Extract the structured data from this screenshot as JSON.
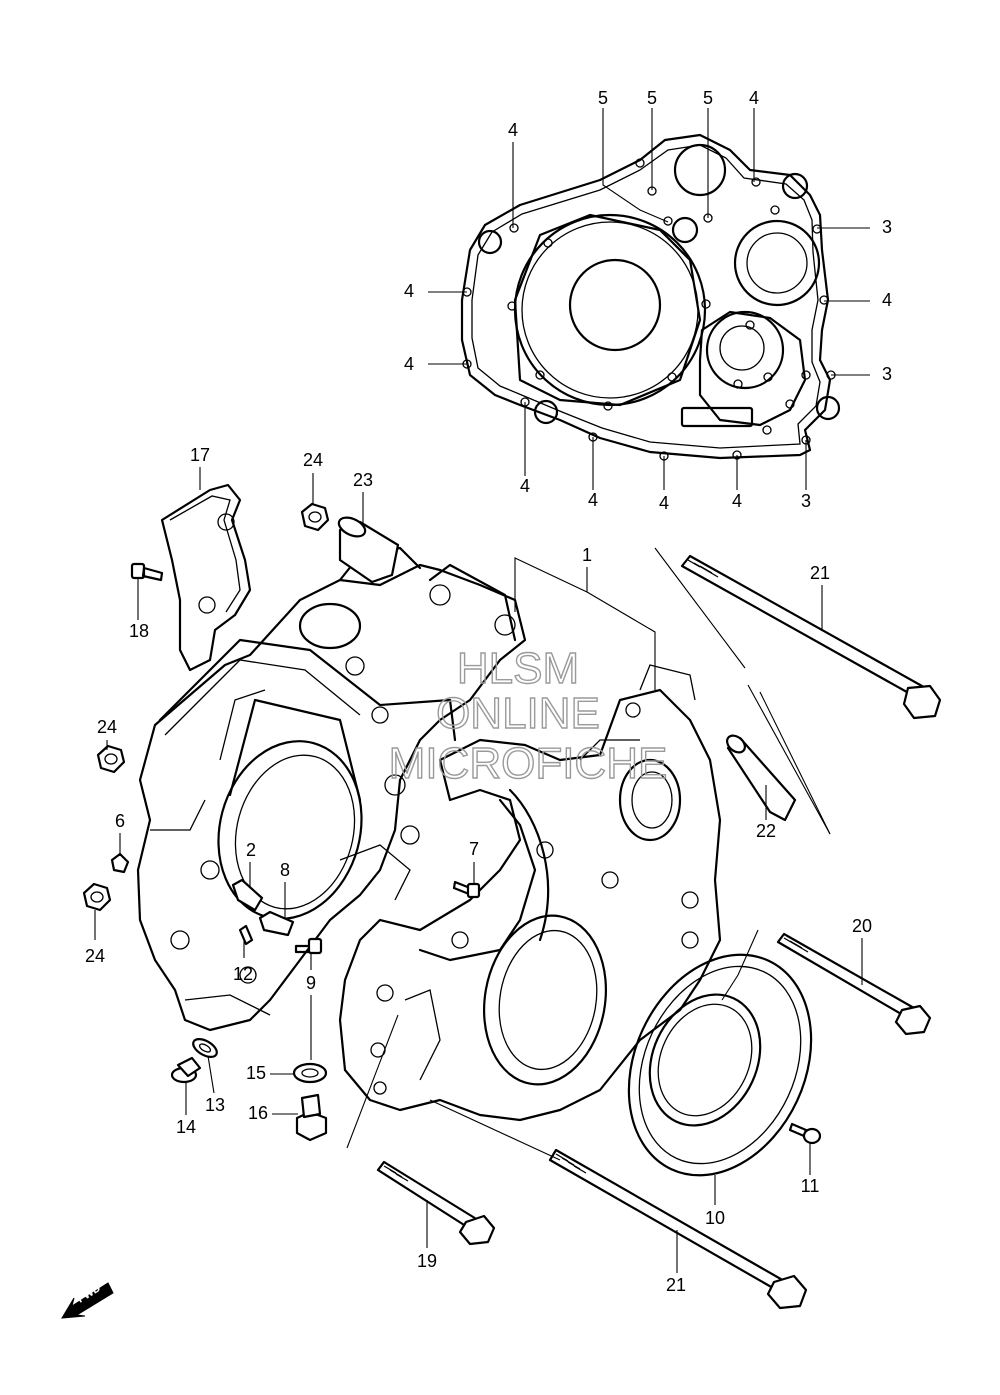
{
  "watermark": {
    "line1": "HLSM",
    "line2": "ONLINE",
    "line3": "MICROFICHE"
  },
  "direction_arrow": {
    "label": "FWD"
  },
  "callouts": {
    "top_5a": "5",
    "top_5b": "5",
    "top_5c": "5",
    "top_4a": "4",
    "top_4b": "4",
    "right_3a": "3",
    "right_4": "4",
    "right_3b": "3",
    "left_4a": "4",
    "left_4b": "4",
    "bottom_4a": "4",
    "bottom_4b": "4",
    "bottom_4c": "4",
    "bottom_4d": "4",
    "bottom_3": "3",
    "p17": "17",
    "p24a": "24",
    "p23": "23",
    "p1": "1",
    "p21a": "21",
    "p18": "18",
    "p24b": "24",
    "p22": "22",
    "p6": "6",
    "p2": "2",
    "p8": "8",
    "p7": "7",
    "p24c": "24",
    "p12": "12",
    "p9": "9",
    "p20": "20",
    "p15": "15",
    "p14": "14",
    "p13": "13",
    "p16": "16",
    "p11": "11",
    "p10": "10",
    "p19": "19",
    "p21b": "21"
  }
}
